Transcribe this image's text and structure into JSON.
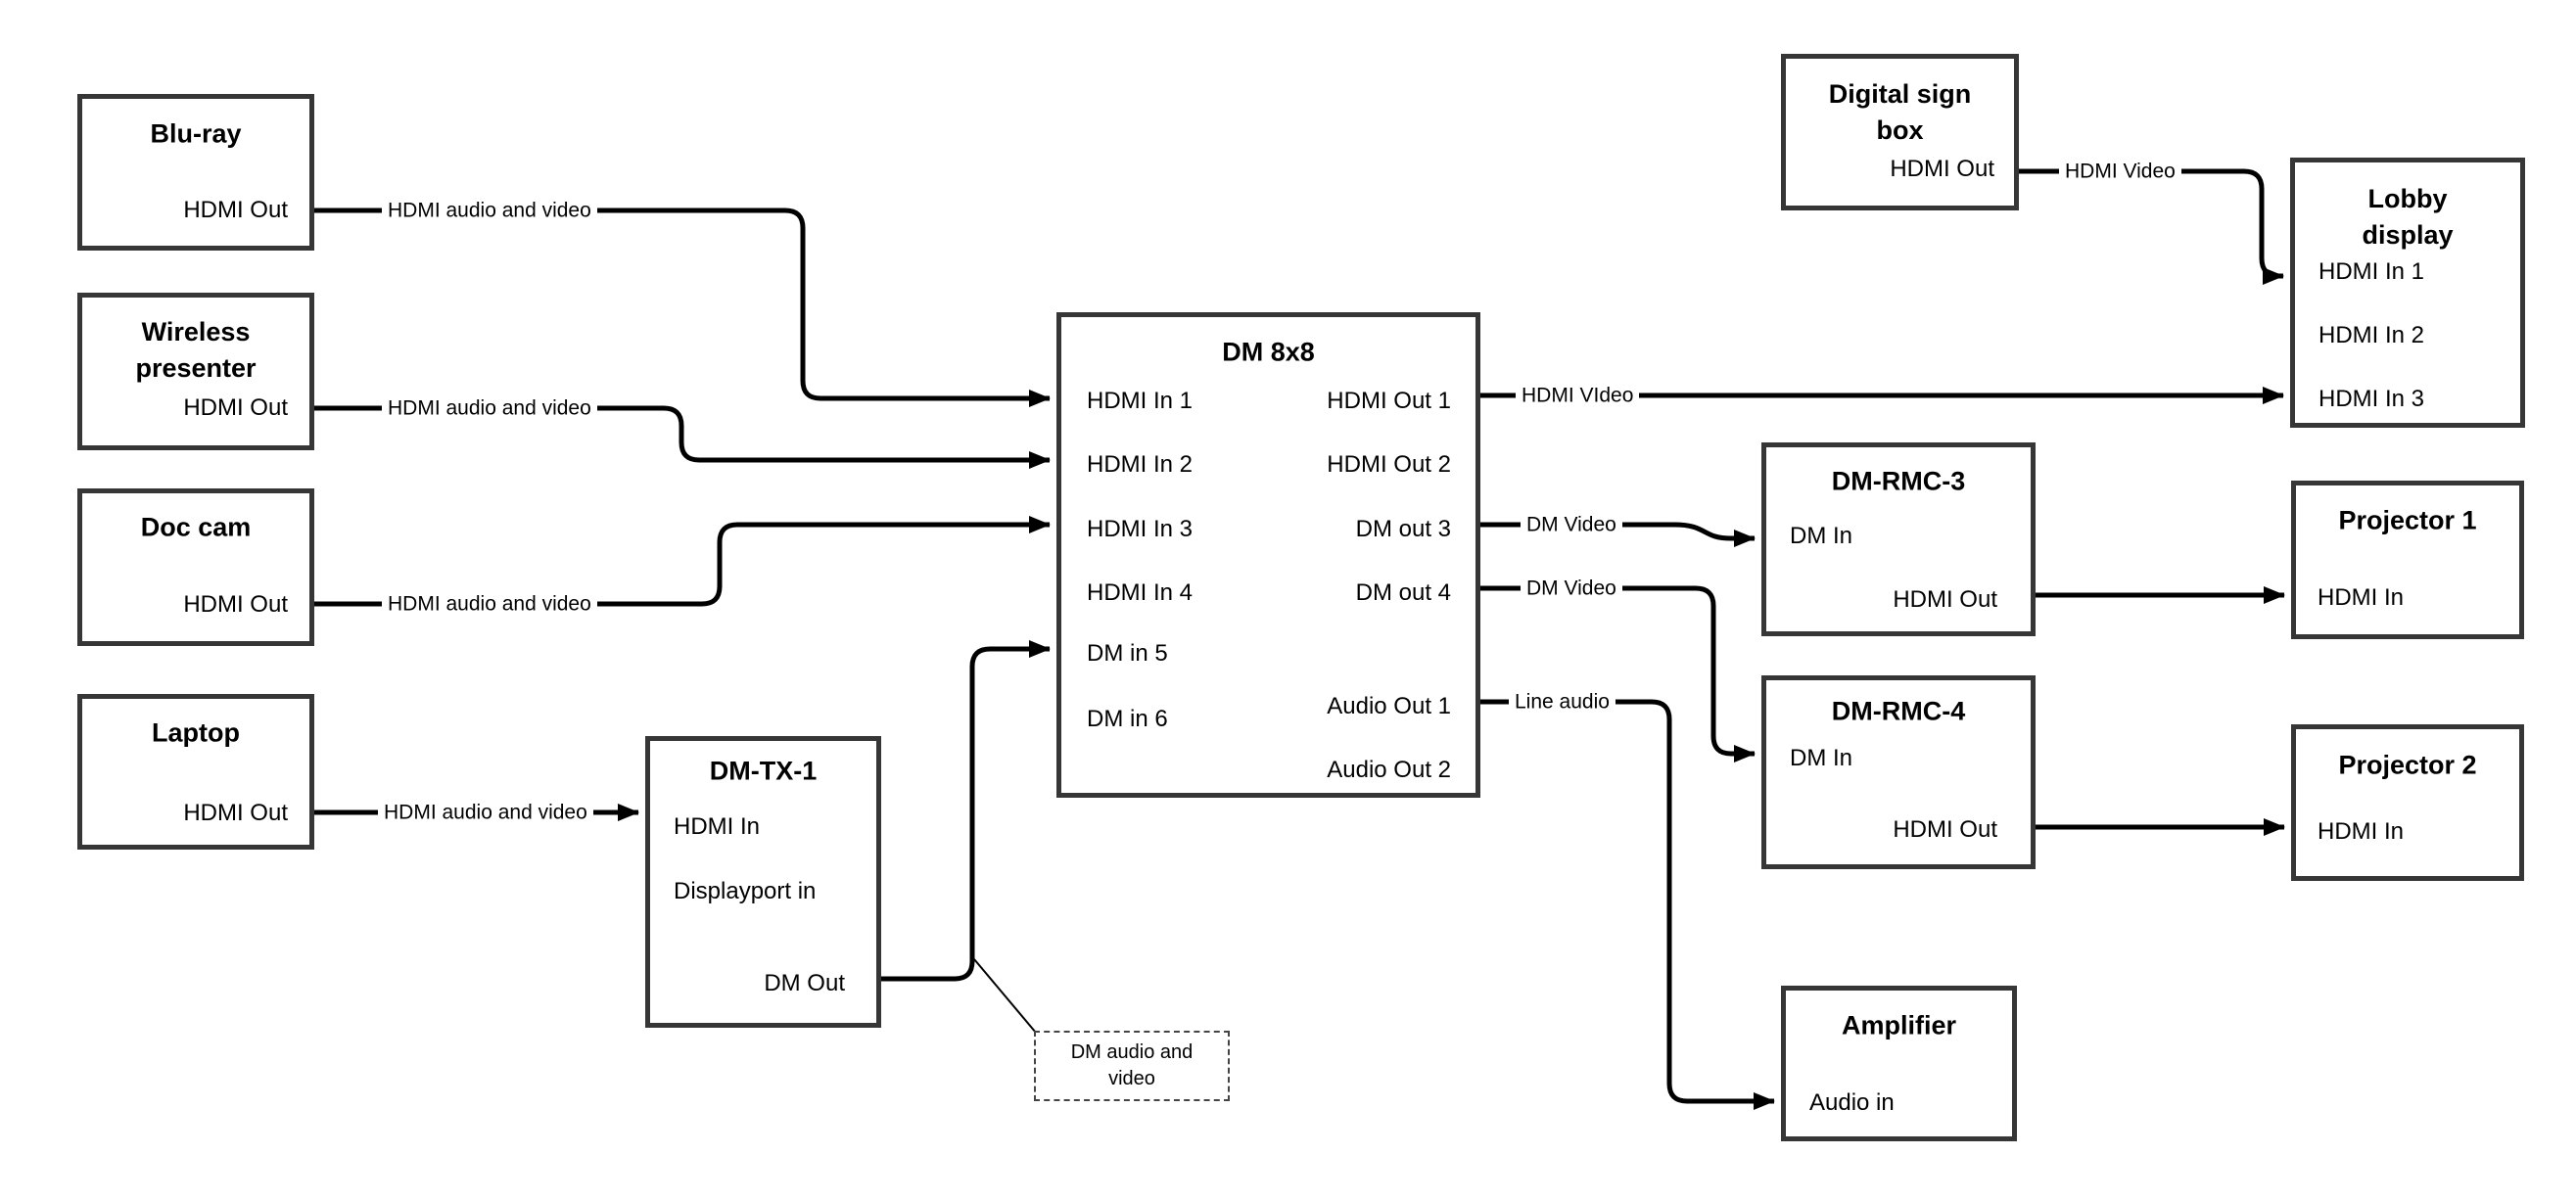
{
  "canvas": {
    "background": "#ffffff",
    "box_border_color": "#363636",
    "wire_color": "#000000"
  },
  "nodes": {
    "bluray": {
      "title": "Blu-ray",
      "hdmi_out": "HDMI Out"
    },
    "wireless_presenter": {
      "title": "Wireless presenter",
      "hdmi_out": "HDMI Out"
    },
    "doc_cam": {
      "title": "Doc cam",
      "hdmi_out": "HDMI Out"
    },
    "laptop": {
      "title": "Laptop",
      "hdmi_out": "HDMI Out"
    },
    "dm_tx_1": {
      "title": "DM-TX-1",
      "hdmi_in": "HDMI In",
      "displayport_in": "Displayport in",
      "dm_out": "DM Out"
    },
    "dm_8x8": {
      "title": "DM 8x8",
      "inputs": [
        "HDMI In 1",
        "HDMI In 2",
        "HDMI In 3",
        "HDMI In 4",
        "DM in 5",
        "DM in 6"
      ],
      "outputs": [
        "HDMI Out 1",
        "HDMI Out 2",
        "DM out 3",
        "DM out 4",
        "Audio Out 1",
        "Audio Out 2"
      ]
    },
    "digital_sign_box": {
      "title": "Digital sign box",
      "hdmi_out": "HDMI Out"
    },
    "lobby_display": {
      "title": "Lobby display",
      "inputs": [
        "HDMI In 1",
        "HDMI In 2",
        "HDMI In 3"
      ]
    },
    "dm_rmc_3": {
      "title": "DM-RMC-3",
      "dm_in": "DM In",
      "hdmi_out": "HDMI Out"
    },
    "dm_rmc_4": {
      "title": "DM-RMC-4",
      "dm_in": "DM In",
      "hdmi_out": "HDMI Out"
    },
    "projector_1": {
      "title": "Projector 1",
      "hdmi_in": "HDMI In"
    },
    "projector_2": {
      "title": "Projector 2",
      "hdmi_in": "HDMI In"
    },
    "amplifier": {
      "title": "Amplifier",
      "audio_in": "Audio in"
    }
  },
  "wire_labels": {
    "bluray_to_hdmi_in_1": "HDMI audio and video",
    "wireless_to_hdmi_in_2": "HDMI audio and video",
    "doc_cam_to_hdmi_in_3": "HDMI audio and video",
    "laptop_to_dm_tx_1": "HDMI audio and video",
    "hdmi_out_1_to_lobby": "HDMI VIdeo",
    "dm_out_3_to_rmc_3": "DM Video",
    "dm_out_4_to_rmc_4": "DM Video",
    "audio_out_1_to_amplifier": "Line audio",
    "sign_box_to_lobby": "HDMI Video"
  },
  "callout": {
    "text": "DM audio and video"
  }
}
